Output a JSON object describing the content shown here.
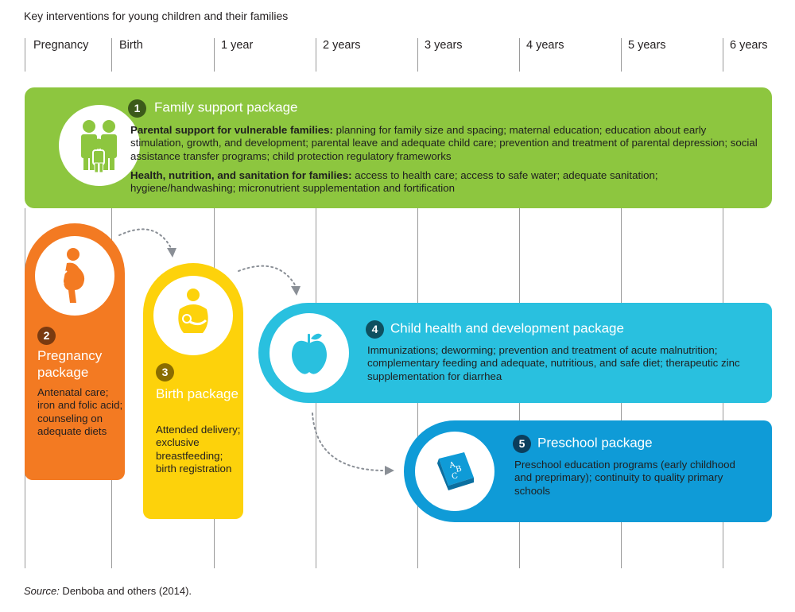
{
  "title": "Key interventions for young children and their families",
  "timeline": [
    "Pregnancy",
    "Birth",
    "1 year",
    "2 years",
    "3 years",
    "4 years",
    "5 years",
    "6 years"
  ],
  "family": {
    "number": "1",
    "heading": "Family support package",
    "p1_bold": "Parental support for vulnerable families:",
    "p1_text": " planning for family size and spacing; maternal education; education about early stimulation, growth, and development; parental leave and adequate child care; prevention and treatment of parental depression; social assistance transfer programs; child protection regulatory frameworks",
    "p2_bold": "Health, nutrition, and sanitation for families:",
    "p2_text": " access to health care; access to safe water; adequate sanitation; hygiene/handwashing; micronutrient supplementation and fortification",
    "icon": "family-icon",
    "color": "#8dc63f"
  },
  "pregnancy": {
    "number": "2",
    "heading": "Pregnancy package",
    "text": "Antenatal care; iron and folic acid; counseling on adequate diets",
    "icon": "pregnant-woman-icon",
    "color": "#f37a22"
  },
  "birth": {
    "number": "3",
    "heading": "Birth package",
    "text": "Attended delivery; exclusive breastfeeding; birth registration",
    "icon": "breastfeeding-icon",
    "color": "#fdd20b"
  },
  "child": {
    "number": "4",
    "heading": "Child health and development package",
    "text": "Immunizations; deworming; prevention and treatment of acute malnutrition; complementary feeding and adequate, nutritious, and safe diet; therapeutic zinc supplementation for diarrhea",
    "icon": "apple-icon",
    "color": "#29c0df"
  },
  "preschool": {
    "number": "5",
    "heading": "Preschool package",
    "text": "Preschool education programs (early childhood and preprimary); continuity to quality primary schools",
    "icon": "abc-book-icon",
    "color": "#0f9bd7"
  },
  "source": {
    "label": "Source:",
    "text": " Denboba and others (2014)."
  }
}
